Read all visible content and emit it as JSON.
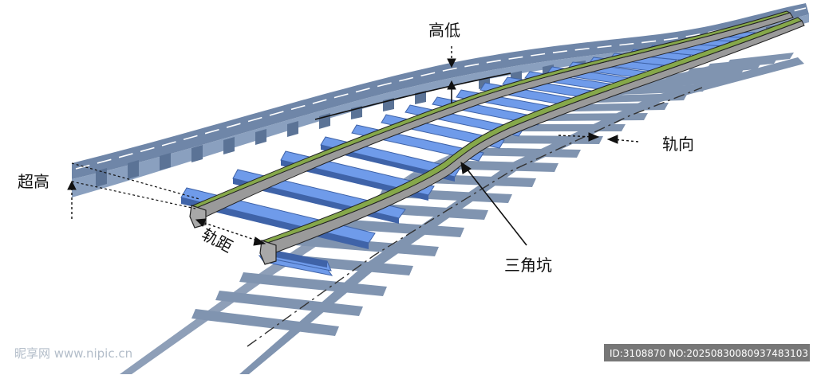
{
  "labels": {
    "gaodi": "高低",
    "chaogao": "超高",
    "guiju": "轨距",
    "guixiang": "轨向",
    "sanjiaokeng": "三角坑"
  },
  "watermark": {
    "brand": "昵享网 www.nipic.cn",
    "id_text": "ID:3108870 NO:20250830080937483103"
  },
  "colors": {
    "sleeper": "#6f9bea",
    "sleeper_dark": "#3f63a8",
    "shadow": "#6b82a3",
    "profile": "#6f86a8",
    "rail_top": "#86a84a",
    "rail_body": "#9a9a9a"
  }
}
